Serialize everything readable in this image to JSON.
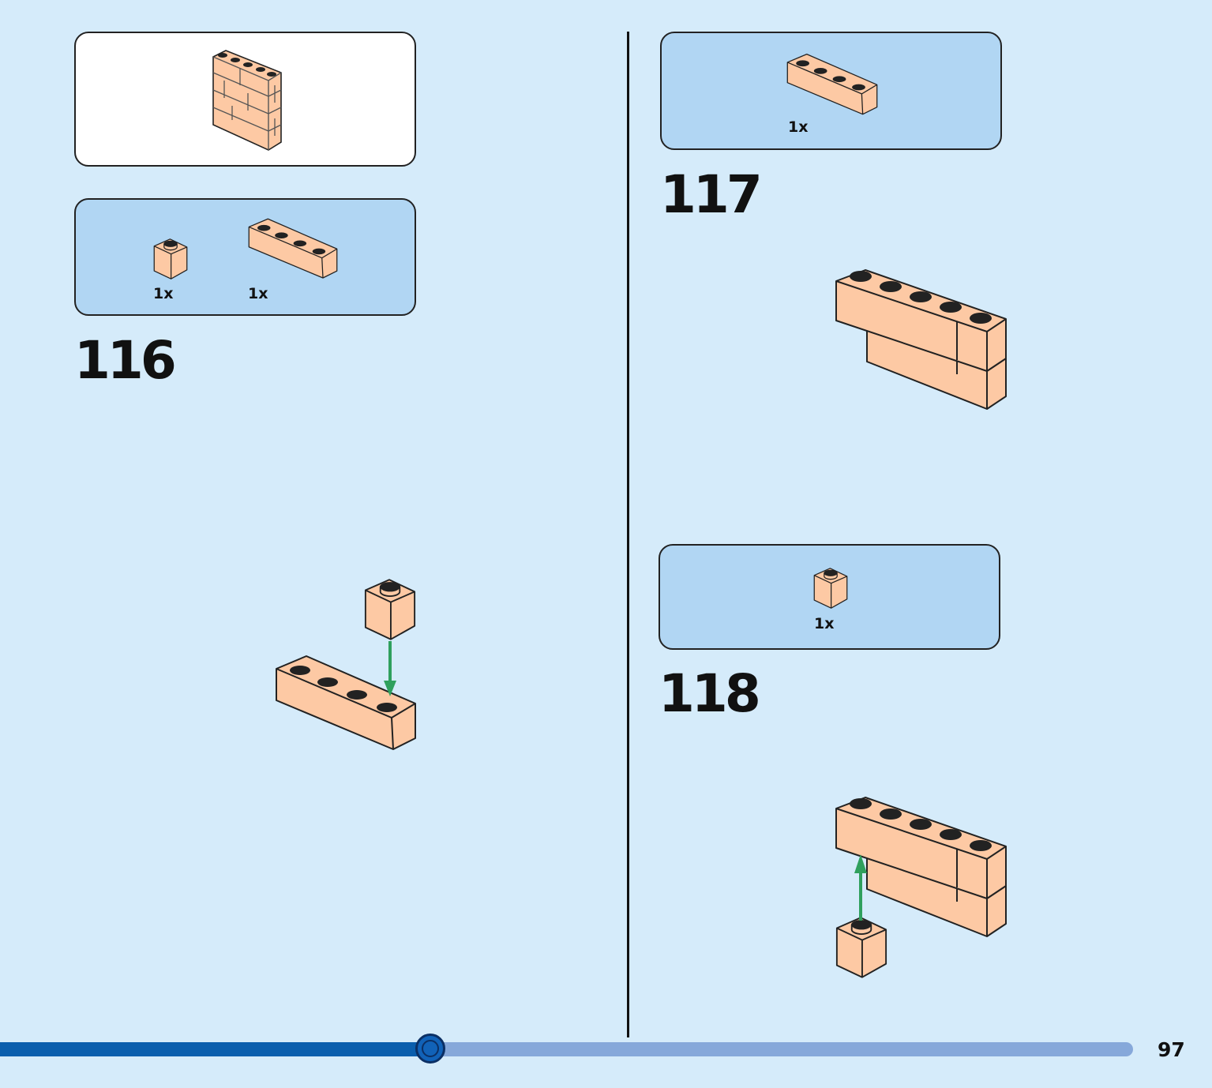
{
  "page": {
    "number": "97"
  },
  "progress": {
    "fraction": 0.38
  },
  "colors": {
    "brick": "#fdc9a4",
    "arrow": "#2fa05d",
    "panel_blue": "#b1d6f3",
    "background": "#d5ebfa"
  },
  "subassembly_callout": {
    "icon": "brick-wall-subassembly-icon"
  },
  "steps": [
    {
      "number": "116",
      "parts": [
        {
          "qty": "1x",
          "icon": "brick-1x1-icon"
        },
        {
          "qty": "1x",
          "icon": "brick-1x4-icon"
        }
      ]
    },
    {
      "number": "117",
      "parts": [
        {
          "qty": "1x",
          "icon": "brick-1x4-icon"
        }
      ]
    },
    {
      "number": "118",
      "parts": [
        {
          "qty": "1x",
          "icon": "brick-1x1-icon"
        }
      ]
    }
  ]
}
